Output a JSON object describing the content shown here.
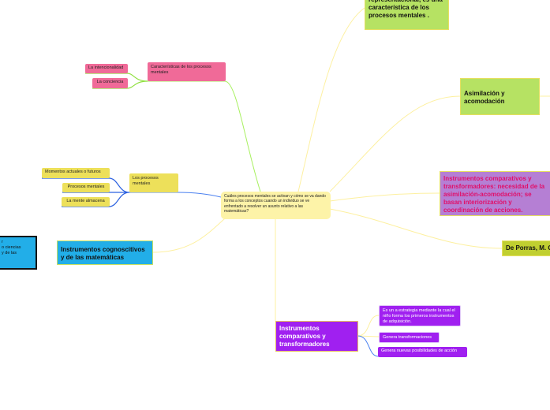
{
  "colors": {
    "central": "#fdf3a8",
    "pink": "#f06a98",
    "yellow": "#ede05a",
    "green": "#b6e263",
    "purple": "#a020f0",
    "lavender": "#b57fd4",
    "olive": "#c0cf30",
    "blue": "#22aee8",
    "accent_text": "#e0106a"
  },
  "central": {
    "text": "Cuáles procesos mentales se activan y cómo se va dando forma a   los conceptos cuando un individuo se ve enfrentado a resolver un   asunto relativo a las matemáticas?"
  },
  "top_right": {
    "text": "representacional, es una característica de los procesos mentales ."
  },
  "asimilacion": {
    "text": "Asimilación y acomodación"
  },
  "instr_necesidad": {
    "text": "Instrumentos comparativos y transformadores: necesidad de la asimilación-acomodación; se basan interiorización  y coordinación de acciones."
  },
  "porras": {
    "text": "De Porras, M. C"
  },
  "instr_comparativos": {
    "text": "Instrumentos comparativos y transformadores",
    "children": [
      "Es un a estrategia mediante la cual el niño forma los primeros instrumentos de adquisición.",
      "Genera transformaciones",
      "Genera nuevas posibilidades de acción"
    ]
  },
  "caracteristicas": {
    "text": "Características de los procesos mentales",
    "children": [
      "La intencionalidad",
      "La conciencia"
    ]
  },
  "procesos": {
    "text": "Los procesos mentales",
    "children": [
      "Momentos actuales o futuros",
      "Procesos mentales",
      "La mente almacena"
    ]
  },
  "cognoscitivos": {
    "text": "Instrumentos cognoscitivos y de las matemáticas"
  },
  "left_box": {
    "lines": [
      "r",
      "o ciencias",
      "y de las"
    ]
  }
}
